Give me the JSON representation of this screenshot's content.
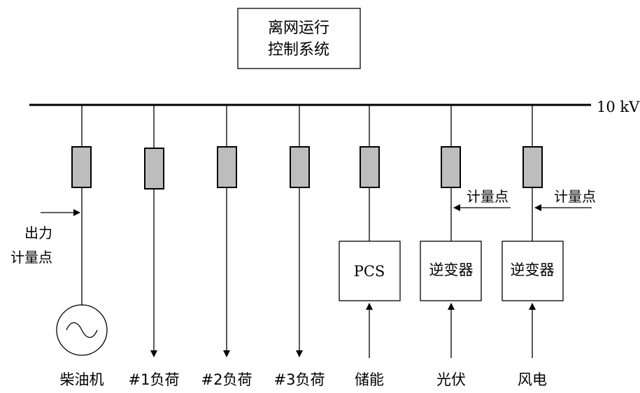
{
  "control_system": {
    "line1": "离网运行",
    "line2": "控制系统"
  },
  "bus_voltage": "10 kV",
  "measurement_point": "计量点",
  "output_measurement": {
    "line1": "出力",
    "line2": "计量点"
  },
  "devices": {
    "pcs": "PCS",
    "inverter": "逆变器"
  },
  "feeders": [
    {
      "label": "柴油机"
    },
    {
      "label": "#1负荷"
    },
    {
      "label": "#2负荷"
    },
    {
      "label": "#3负荷"
    },
    {
      "label": "储能"
    },
    {
      "label": "光伏"
    },
    {
      "label": "风电"
    }
  ]
}
